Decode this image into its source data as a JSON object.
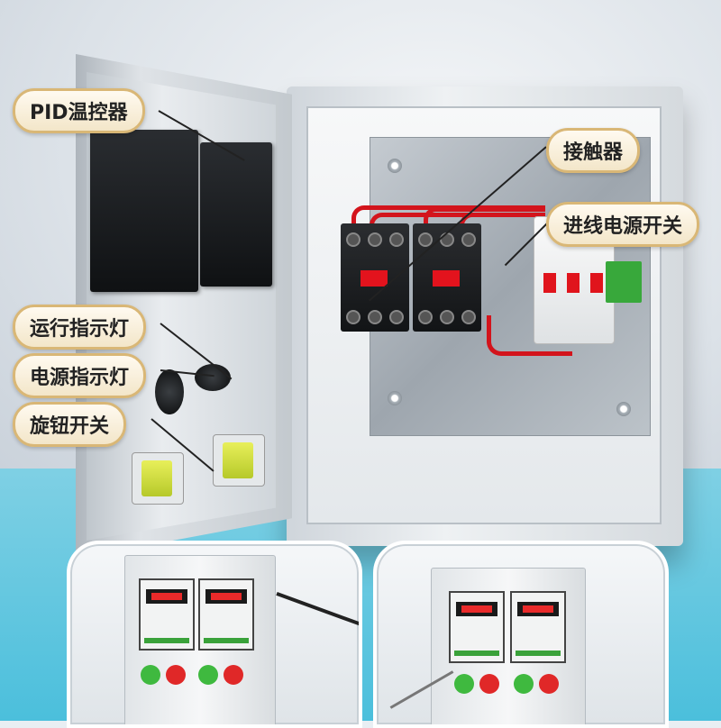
{
  "labels": {
    "pid_controller": "PID温控器",
    "contactor": "接触器",
    "incoming_switch": "进线电源开关",
    "run_indicator": "运行指示灯",
    "power_indicator": "电源指示灯",
    "knob_switch": "旋钮开关"
  },
  "colors": {
    "label_bg": "#f3e6c9",
    "label_border": "#d9b776",
    "wire_red": "#d3141c",
    "floor_cyan": "#4bbfdc"
  }
}
